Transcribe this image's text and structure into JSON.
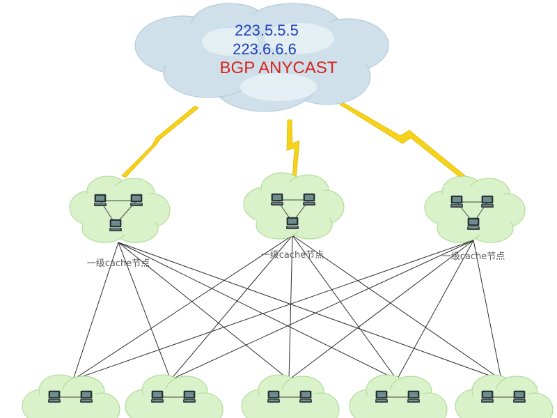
{
  "top_cloud": {
    "ips": [
      "223.5.5.5",
      "223.6.6.6"
    ],
    "protocol": "BGP  ANYCAST"
  },
  "tier1": {
    "labels": [
      "一级cache节点",
      "一级cache节点",
      "一级cache节点"
    ]
  },
  "tier2": {
    "node_count": 5
  },
  "colors": {
    "ip_text": "#1f3fb8",
    "bgp_text": "#d8231d",
    "lightning": "#f6d21a",
    "node_cloud": "#d9f2c9",
    "top_cloud": "#cfe0ea",
    "links": "#2a2a2a"
  },
  "icons": [
    "cloud",
    "lightning-bolt",
    "computer-terminal",
    "cache-node-cloud"
  ]
}
